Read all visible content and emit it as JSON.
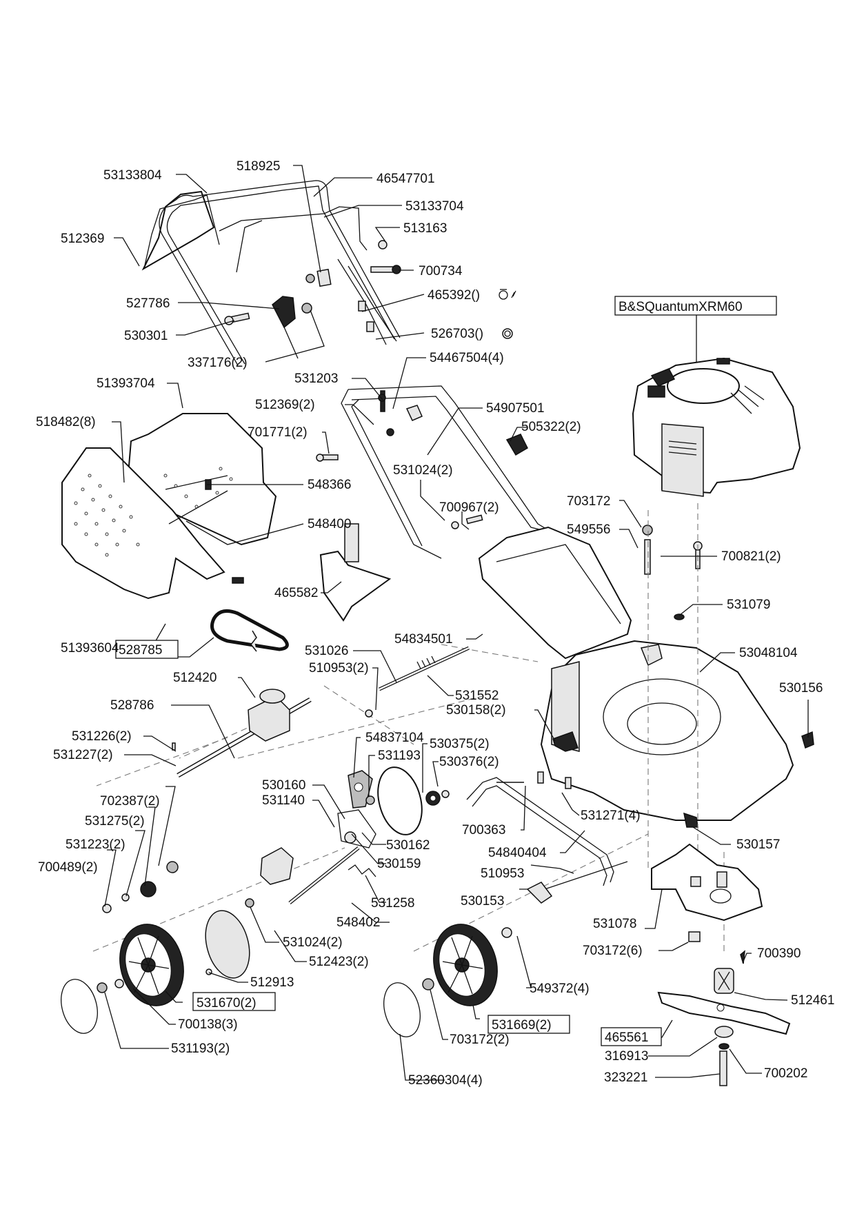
{
  "diagram": {
    "type": "exploded-parts-diagram",
    "subject": "lawn mower",
    "engine_label": "B&SQuantumXRM60",
    "labels": [
      {
        "id": "l1",
        "text": "53133804"
      },
      {
        "id": "l2",
        "text": "518925"
      },
      {
        "id": "l3",
        "text": "46547701"
      },
      {
        "id": "l4",
        "text": "53133704"
      },
      {
        "id": "l5",
        "text": "512369"
      },
      {
        "id": "l6",
        "text": "513163"
      },
      {
        "id": "l7",
        "text": "700734"
      },
      {
        "id": "l8",
        "text": "527786"
      },
      {
        "id": "l9",
        "text": "465392()"
      },
      {
        "id": "l10",
        "text": "530301"
      },
      {
        "id": "l11",
        "text": "526703()"
      },
      {
        "id": "l12",
        "text": "337176(2)"
      },
      {
        "id": "l13",
        "text": "531203"
      },
      {
        "id": "l14",
        "text": "54467504(4)"
      },
      {
        "id": "l15",
        "text": "51393704"
      },
      {
        "id": "l16",
        "text": "512369(2)"
      },
      {
        "id": "l17",
        "text": "54907501"
      },
      {
        "id": "l18",
        "text": "518482(8)"
      },
      {
        "id": "l19",
        "text": "701771(2)"
      },
      {
        "id": "l20",
        "text": "505322(2)"
      },
      {
        "id": "l21",
        "text": "548366"
      },
      {
        "id": "l22",
        "text": "531024(2)"
      },
      {
        "id": "l23",
        "text": "703172"
      },
      {
        "id": "l24",
        "text": "700967(2)"
      },
      {
        "id": "l25",
        "text": "548400"
      },
      {
        "id": "l26",
        "text": "549556"
      },
      {
        "id": "l27",
        "text": "700821(2)"
      },
      {
        "id": "l28",
        "text": "465582"
      },
      {
        "id": "l29",
        "text": "531079"
      },
      {
        "id": "l30",
        "text": "54834501"
      },
      {
        "id": "l31",
        "text": "51393604"
      },
      {
        "id": "l32",
        "text": "53048104"
      },
      {
        "id": "l33",
        "text": "528785",
        "boxed": true
      },
      {
        "id": "l34",
        "text": "531026"
      },
      {
        "id": "l35",
        "text": "510953(2)"
      },
      {
        "id": "l36",
        "text": "512420"
      },
      {
        "id": "l37",
        "text": "530156"
      },
      {
        "id": "l38",
        "text": "531552"
      },
      {
        "id": "l39",
        "text": "528786"
      },
      {
        "id": "l40",
        "text": "530158(2)"
      },
      {
        "id": "l41",
        "text": "54837104"
      },
      {
        "id": "l42",
        "text": "531226(2)"
      },
      {
        "id": "l43",
        "text": "531193"
      },
      {
        "id": "l44",
        "text": "530375(2)"
      },
      {
        "id": "l45",
        "text": "531227(2)"
      },
      {
        "id": "l46",
        "text": "530376(2)"
      },
      {
        "id": "l47",
        "text": "530160"
      },
      {
        "id": "l48",
        "text": "531140"
      },
      {
        "id": "l49",
        "text": "702387(2)"
      },
      {
        "id": "l50",
        "text": "531271(4)"
      },
      {
        "id": "l51",
        "text": "531275(2)"
      },
      {
        "id": "l52",
        "text": "700363"
      },
      {
        "id": "l53",
        "text": "531223(2)"
      },
      {
        "id": "l54",
        "text": "530162"
      },
      {
        "id": "l55",
        "text": "530157"
      },
      {
        "id": "l56",
        "text": "54840404"
      },
      {
        "id": "l57",
        "text": "700489(2)"
      },
      {
        "id": "l58",
        "text": "530159"
      },
      {
        "id": "l59",
        "text": "510953"
      },
      {
        "id": "l60",
        "text": "531258"
      },
      {
        "id": "l61",
        "text": "530153"
      },
      {
        "id": "l62",
        "text": "548402"
      },
      {
        "id": "l63",
        "text": "531078"
      },
      {
        "id": "l64",
        "text": "531024(2)"
      },
      {
        "id": "l65",
        "text": "512423(2)"
      },
      {
        "id": "l66",
        "text": "703172(6)"
      },
      {
        "id": "l67",
        "text": "700390"
      },
      {
        "id": "l68",
        "text": "512913"
      },
      {
        "id": "l69",
        "text": "549372(4)"
      },
      {
        "id": "l70",
        "text": "531670(2)",
        "boxed": true
      },
      {
        "id": "l71",
        "text": "512461"
      },
      {
        "id": "l72",
        "text": "531669(2)",
        "boxed": true
      },
      {
        "id": "l73",
        "text": "465561",
        "boxed": true
      },
      {
        "id": "l74",
        "text": "700138(3)"
      },
      {
        "id": "l75",
        "text": "703172(2)"
      },
      {
        "id": "l76",
        "text": "316913"
      },
      {
        "id": "l77",
        "text": "531193(2)"
      },
      {
        "id": "l78",
        "text": "700202"
      },
      {
        "id": "l79",
        "text": "52360304(4)"
      },
      {
        "id": "l80",
        "text": "323221"
      }
    ],
    "symbols": {
      "465392": "throttle-cable-symbol",
      "526703": "brake-cable-symbol"
    }
  }
}
